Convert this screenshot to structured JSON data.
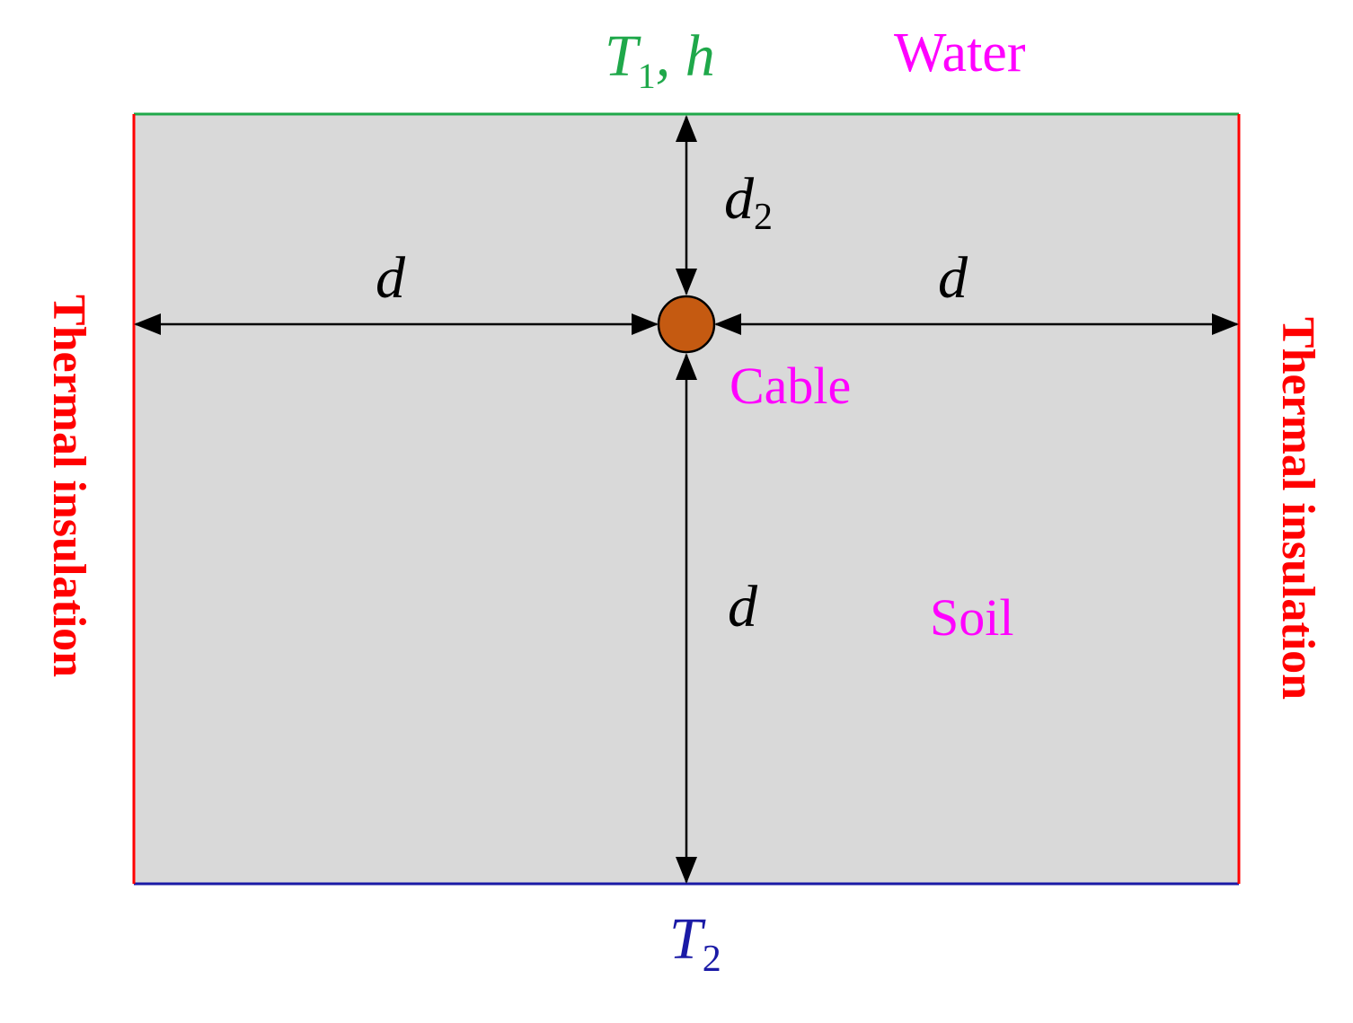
{
  "labels": {
    "top_boundary": {
      "main": "T",
      "sub": "1",
      "rest": ", h"
    },
    "bottom_boundary": {
      "main": "T",
      "sub": "2"
    },
    "water": "Water",
    "cable": "Cable",
    "soil": "Soil",
    "left_insulation": "Thermal insulation",
    "right_insulation": "Thermal insulation",
    "dim_left": "d",
    "dim_right": "d",
    "dim_bottom": "d",
    "dim_top": {
      "main": "d",
      "sub": "2"
    }
  },
  "colors": {
    "soil_fill": "#d9d9d9",
    "top_boundary": "#1fa84a",
    "bottom_boundary": "#1a1aa6",
    "side_boundary": "#ff0000",
    "magenta_text": "#ff00ff",
    "cable_fill": "#c55a11",
    "dimension": "#000000"
  }
}
